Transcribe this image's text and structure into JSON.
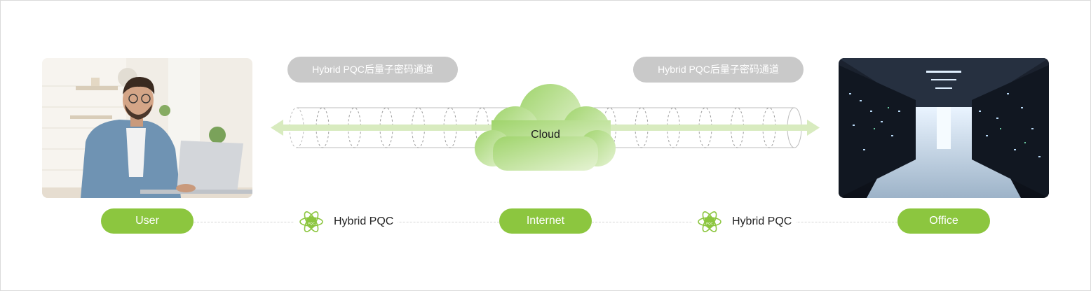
{
  "tunnels": {
    "left_label": "Hybrid PQC后量子密码通道",
    "right_label": "Hybrid PQC后量子密码通道"
  },
  "cloud": {
    "label": "Cloud"
  },
  "nodes": {
    "user": "User",
    "internet": "Internet",
    "office": "Office"
  },
  "links": {
    "left_pqc": "Hybrid PQC",
    "right_pqc": "Hybrid PQC",
    "icon_text": "PQC"
  },
  "colors": {
    "accent_green": "#8cc63f",
    "light_green": "#d8ebbf",
    "gray_pill": "#c9c9c9"
  }
}
